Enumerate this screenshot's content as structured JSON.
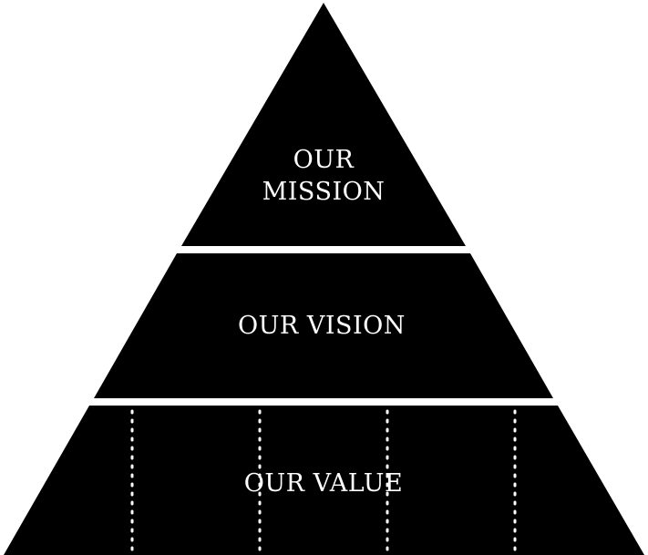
{
  "diagram": {
    "colors": {
      "tier_fill": "#000000",
      "text": "#ffffff",
      "background": "#ffffff"
    },
    "tiers": [
      {
        "lines": [
          "OUR",
          "MISSION"
        ]
      },
      {
        "lines": [
          "OUR VISION"
        ]
      },
      {
        "lines": [
          "OUR VALUE"
        ]
      }
    ]
  }
}
